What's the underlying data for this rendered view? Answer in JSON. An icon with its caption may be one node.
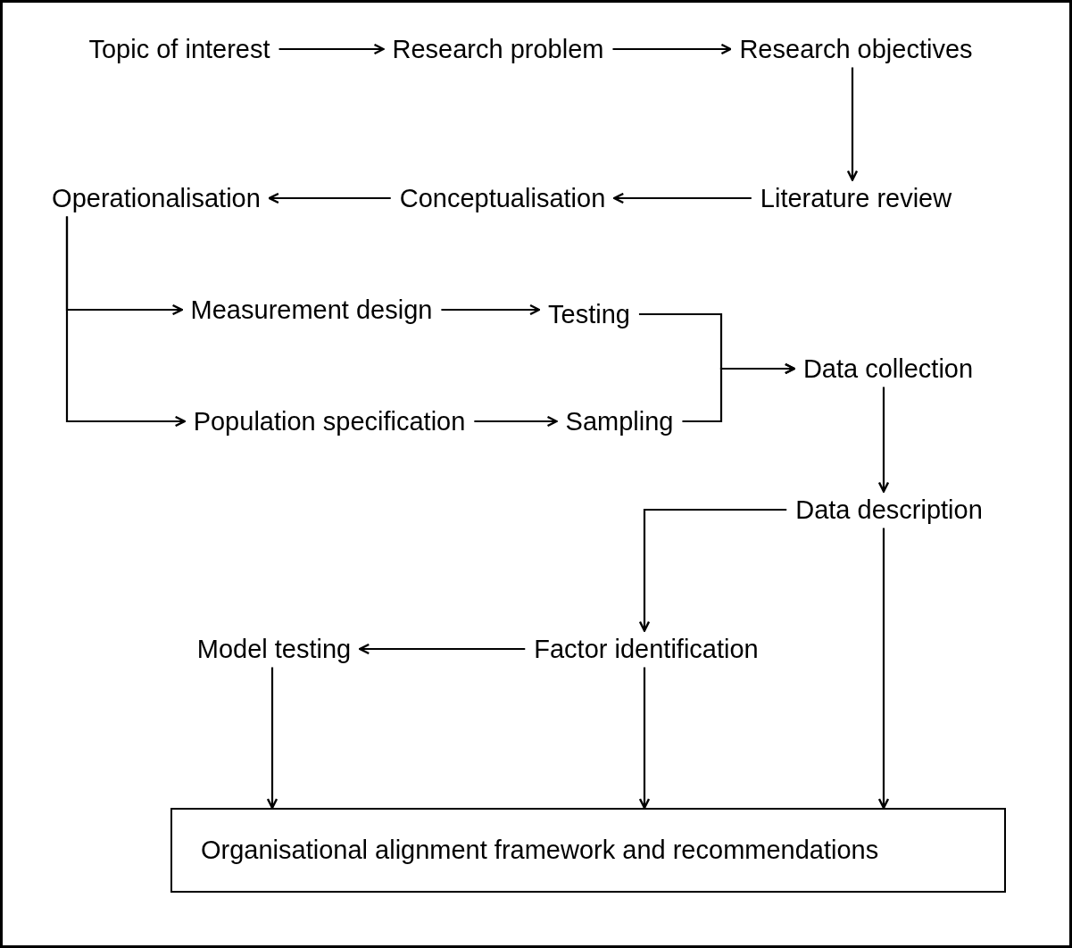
{
  "diagram": {
    "nodes": [
      {
        "text": [
          "Topic of interest"
        ]
      },
      {
        "text": [
          "Research problem"
        ]
      },
      {
        "text": [
          "Research objectives"
        ]
      },
      {
        "text": [
          "Literature review"
        ]
      },
      {
        "text": [
          "Conceptualisation"
        ]
      },
      {
        "text": [
          "Operationalisation"
        ]
      },
      {
        "text": [
          "Measurement design"
        ]
      },
      {
        "text": [
          "Testing"
        ]
      },
      {
        "text": [
          "Population specification"
        ]
      },
      {
        "text": [
          "Sampling"
        ]
      },
      {
        "text": [
          "Data collection"
        ]
      },
      {
        "text": [
          "Data description"
        ]
      },
      {
        "text": [
          "Factor identification"
        ]
      },
      {
        "text": [
          "Model testing"
        ]
      },
      {
        "text": [
          "Organisational alignment framework and recommendations"
        ]
      }
    ],
    "edges": [
      {
        "from": 0,
        "to": 1,
        "arrow": "to"
      },
      {
        "from": 1,
        "to": 2,
        "arrow": "to"
      },
      {
        "from": 2,
        "to": 3,
        "arrow": "to"
      },
      {
        "from": 3,
        "to": 4,
        "arrow": "to"
      },
      {
        "from": 4,
        "to": 5,
        "arrow": "to"
      },
      {
        "from": 5,
        "to": 6,
        "arrow": "to"
      },
      {
        "from": 5,
        "to": 8,
        "arrow": "to"
      },
      {
        "from": 6,
        "to": 7,
        "arrow": "to"
      },
      {
        "from": 8,
        "to": 9,
        "arrow": "to"
      },
      {
        "from": 7,
        "to": 10,
        "arrow": "to"
      },
      {
        "from": 9,
        "to": 10,
        "arrow": "to"
      },
      {
        "from": 10,
        "to": 11,
        "arrow": "to"
      },
      {
        "from": 11,
        "to": 12,
        "arrow": "to"
      },
      {
        "from": 11,
        "to": 14,
        "arrow": "to"
      },
      {
        "from": 12,
        "to": 13,
        "arrow": "to"
      },
      {
        "from": 13,
        "to": 14,
        "arrow": "to"
      },
      {
        "from": 12,
        "to": 14,
        "arrow": "to"
      }
    ]
  }
}
